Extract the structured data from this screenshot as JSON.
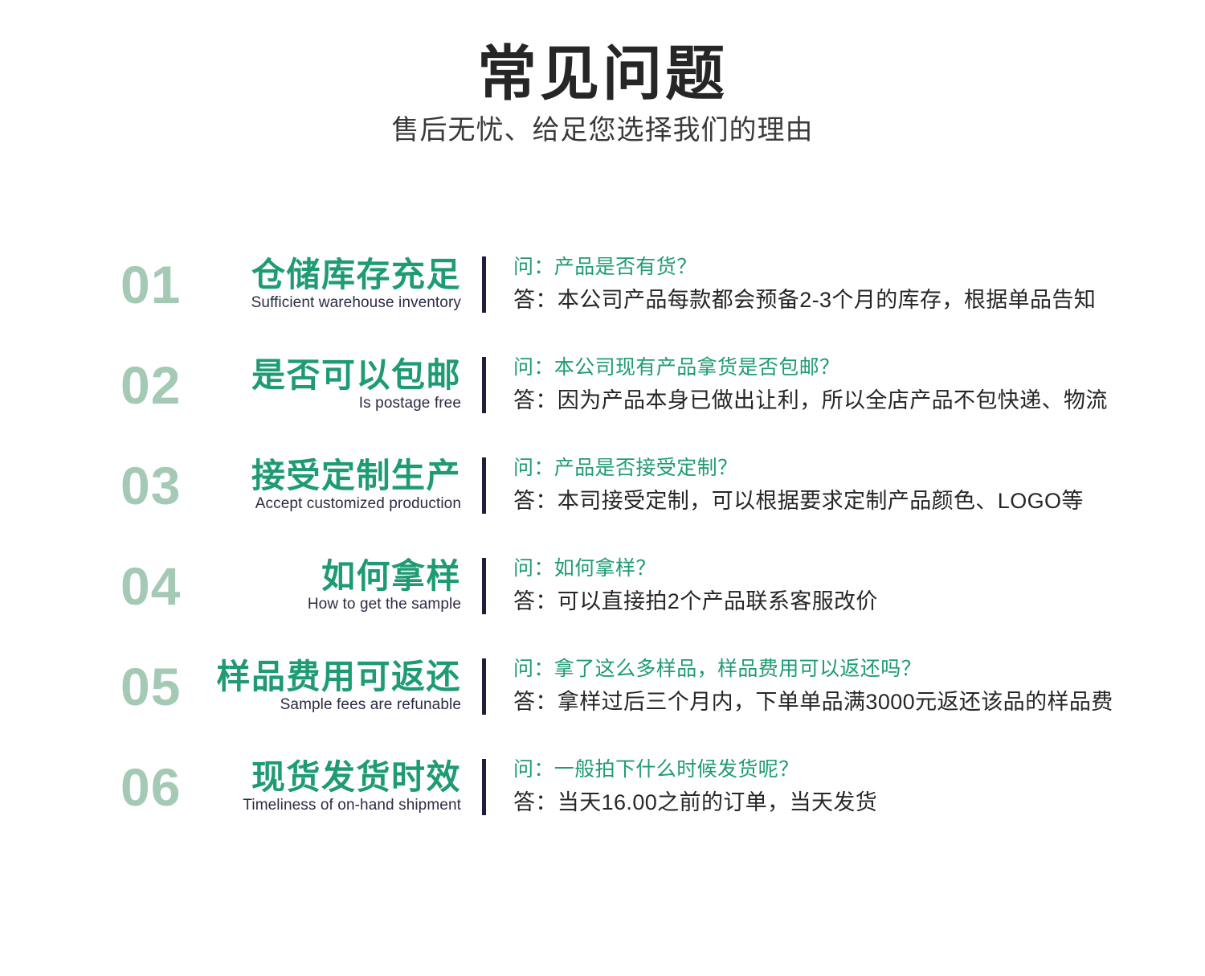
{
  "header": {
    "title": "常见问题",
    "subtitle": "售后无忧、给足您选择我们的理由"
  },
  "colors": {
    "number_green": "#a4c9b5",
    "title_green": "#1e9b74",
    "answer_dark": "#262626",
    "divider_navy": "#1f1f3d",
    "english_navy": "#2c2c45",
    "background": "#ffffff"
  },
  "faq": [
    {
      "number": "01",
      "title_cn": "仓储库存充足",
      "title_en": "Sufficient warehouse inventory",
      "question": "问：产品是否有货？",
      "answer": "答：本公司产品每款都会预备2-3个月的库存，根据单品告知"
    },
    {
      "number": "02",
      "title_cn": "是否可以包邮",
      "title_en": "Is postage free",
      "question": "问：本公司现有产品拿货是否包邮？",
      "answer": "答：因为产品本身已做出让利，所以全店产品不包快递、物流"
    },
    {
      "number": "03",
      "title_cn": "接受定制生产",
      "title_en": "Accept customized production",
      "question": "问：产品是否接受定制？",
      "answer": "答：本司接受定制，可以根据要求定制产品颜色、LOGO等"
    },
    {
      "number": "04",
      "title_cn": "如何拿样",
      "title_en": "How to get the sample",
      "question": "问：如何拿样？",
      "answer": "答：可以直接拍2个产品联系客服改价"
    },
    {
      "number": "05",
      "title_cn": "样品费用可返还",
      "title_en": "Sample fees are refunable",
      "question": "问：拿了这么多样品，样品费用可以返还吗？",
      "answer": "答：拿样过后三个月内，下单单品满3000元返还该品的样品费"
    },
    {
      "number": "06",
      "title_cn": "现货发货时效",
      "title_en": "Timeliness of on-hand shipment",
      "question": "问：一般拍下什么时候发货呢？",
      "answer": "答：当天16.00之前的订单，当天发货"
    }
  ]
}
